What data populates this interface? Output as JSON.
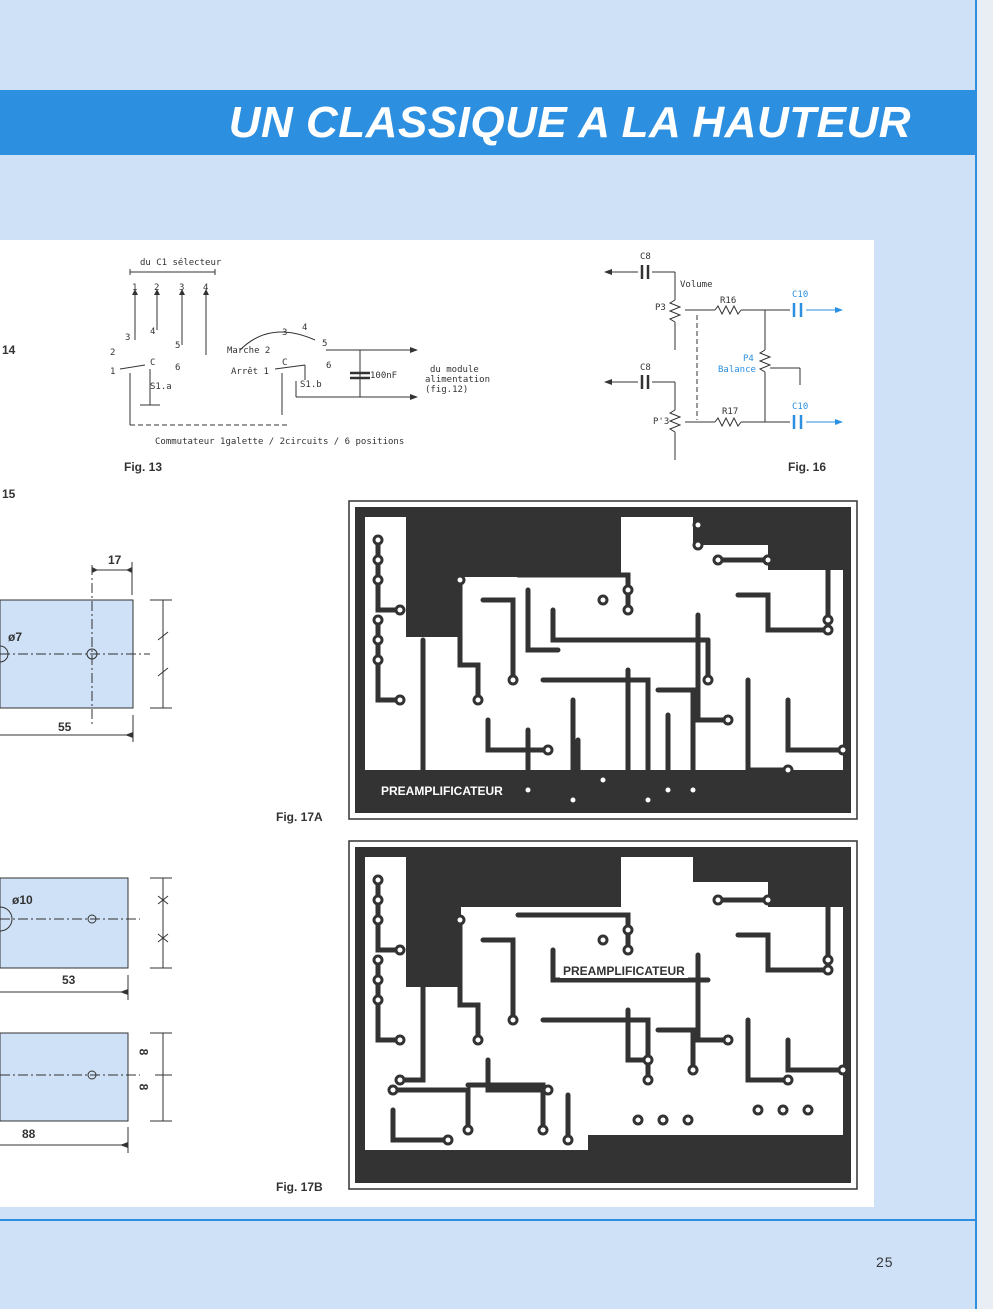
{
  "header": {
    "title": "UN CLASSIQUE A LA HAUTEUR"
  },
  "side_labels": {
    "fig14": "14",
    "fig15": "15"
  },
  "fig13": {
    "caption": "Fig. 13",
    "source_label": "du C1 sélecteur",
    "pins_top": [
      "1",
      "2",
      "3",
      "4"
    ],
    "contacts_a": [
      "3",
      "4",
      "5",
      "6",
      "2",
      "1",
      "C"
    ],
    "wafer_a": "S1.a",
    "marche": "Marche 2",
    "arret": "Arrêt 1",
    "contacts_b": [
      "3",
      "4",
      "5",
      "6",
      "C"
    ],
    "wafer_b": "S1.b",
    "capacitor": "100nF",
    "module_line1": "du module",
    "module_line2": "alimentation (fig.12)",
    "switch_desc": "Commutateur  1galette / 2circuits / 6 positions"
  },
  "fig16": {
    "caption": "Fig. 16",
    "c8_top": "C8",
    "c8_bottom": "C8",
    "volume": "Volume",
    "p3": "P3",
    "p3b": "P'3",
    "r16": "R16",
    "r17": "R17",
    "p4": "P4",
    "balance": "Balance",
    "c10_top": "C10",
    "c10_bottom": "C10"
  },
  "mech": {
    "dim17": "17",
    "dim55": "55",
    "d7": "ø7",
    "d10": "ø10",
    "dim53": "53",
    "dim88": "88",
    "dim8a": "8",
    "dim8b": "8"
  },
  "pcb": {
    "caption_a": "Fig. 17A",
    "caption_b": "Fig. 17B",
    "label_a": "PREAMPLIFICATEUR",
    "label_b": "PREAMPLIFICATEUR"
  },
  "footer": {
    "page_number": "25"
  },
  "colors": {
    "banner": "#2c8fe0",
    "background": "#cfe1f6",
    "ink": "#333333"
  }
}
